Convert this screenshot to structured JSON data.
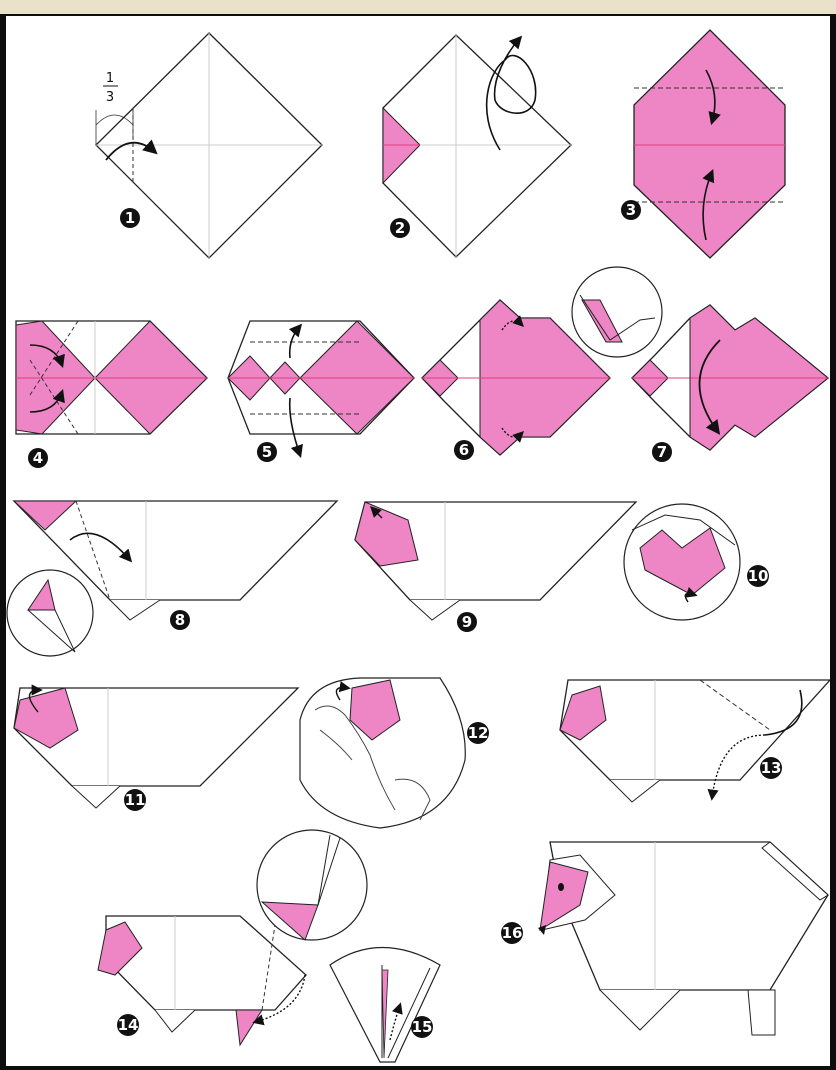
{
  "diagram": {
    "fraction": {
      "numerator": "1",
      "denominator": "3"
    },
    "colors": {
      "paper": "#ffffff",
      "pink": "#ee85c5",
      "line": "#222222",
      "crease": "#e0407a",
      "background": "#0d0d0d"
    },
    "steps": [
      {
        "id": 1,
        "label": "1"
      },
      {
        "id": 2,
        "label": "2"
      },
      {
        "id": 3,
        "label": "3"
      },
      {
        "id": 4,
        "label": "4"
      },
      {
        "id": 5,
        "label": "5"
      },
      {
        "id": 6,
        "label": "6"
      },
      {
        "id": 7,
        "label": "7"
      },
      {
        "id": 8,
        "label": "8"
      },
      {
        "id": 9,
        "label": "9"
      },
      {
        "id": 10,
        "label": "10"
      },
      {
        "id": 11,
        "label": "11"
      },
      {
        "id": 12,
        "label": "12"
      },
      {
        "id": 13,
        "label": "13"
      },
      {
        "id": 14,
        "label": "14"
      },
      {
        "id": 15,
        "label": "15"
      },
      {
        "id": 16,
        "label": "16"
      }
    ]
  }
}
